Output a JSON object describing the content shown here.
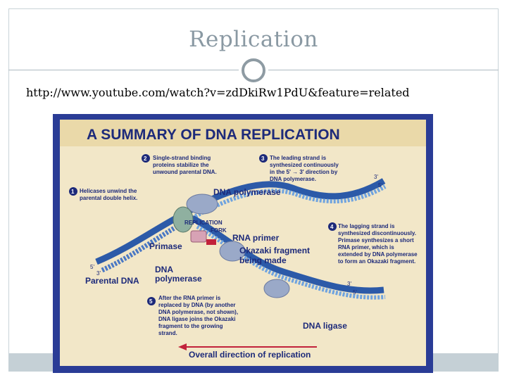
{
  "slide": {
    "title": "Replication",
    "url": "http://www.youtube.com/watch?v=zdDkiRw1PdU&feature=related"
  },
  "figure": {
    "heading": "A SUMMARY OF DNA REPLICATION",
    "callouts": [
      {
        "number": "1",
        "text_lines": [
          "Helicases unwind the",
          "parental double helix."
        ]
      },
      {
        "number": "2",
        "text_lines": [
          "Single-strand binding",
          "proteins stabilize the",
          "unwound parental DNA."
        ]
      },
      {
        "number": "3",
        "text_lines": [
          "The leading strand is",
          "synthesized continuously",
          "in the 5' → 3' direction by",
          "DNA polymerase."
        ]
      },
      {
        "number": "4",
        "text_lines": [
          "The lagging strand is",
          "synthesized discontinuously.",
          "Primase synthesizes a short",
          "RNA primer, which is",
          "extended by DNA polymerase",
          "to form an Okazaki fragment."
        ]
      },
      {
        "number": "5",
        "text_lines": [
          "After the RNA primer is",
          "replaced by DNA (by another",
          "DNA polymerase, not shown),",
          "DNA ligase joins the Okazaki",
          "fragment to the growing",
          "strand."
        ]
      }
    ],
    "labels": {
      "dna_polymerase_top": "DNA polymerase",
      "replication_fork_1": "REPLICATION",
      "replication_fork_2": "FORK",
      "rna_primer": "RNA primer",
      "primase": "Primase",
      "okazaki_1": "Okazaki fragment",
      "okazaki_2": "being made",
      "dna_polymerase_left_1": "DNA",
      "dna_polymerase_left_2": "polymerase",
      "parental_dna": "Parental DNA",
      "dna_ligase": "DNA ligase",
      "overall_direction": "Overall direction of replication"
    },
    "strand_ends": {
      "top_right_3": "3'",
      "top_right_5": "5'",
      "left_5": "5'",
      "left_3": "3'",
      "lower_right_3": "3'",
      "lower_right_5": "5'"
    },
    "colors": {
      "background": "#2a3c96",
      "inner_panel": "#f2e7c8",
      "heading_text": "#1d2a7a",
      "callout_number": "#1d2a7a",
      "arrow": "#c2223b"
    }
  }
}
